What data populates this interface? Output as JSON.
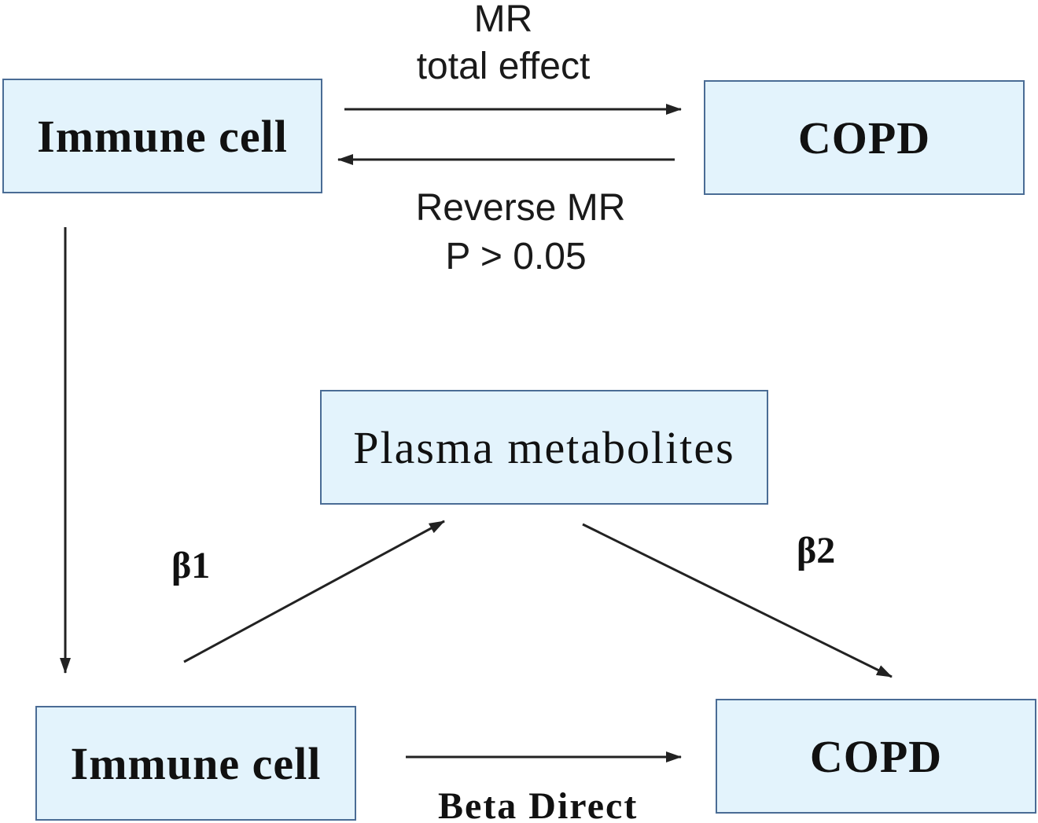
{
  "nodes": {
    "immune_cell_top": "Immune cell",
    "copd_top": "COPD",
    "plasma_metabolites": "Plasma metabolites",
    "immune_cell_bottom": "Immune cell",
    "copd_bottom": "COPD"
  },
  "labels": {
    "mr": "MR",
    "total_effect": "total effect",
    "reverse_mr": "Reverse MR",
    "p_value": "P > 0.05",
    "beta1": "β1",
    "beta2": "β2",
    "beta_direct": "Beta Direct"
  },
  "colors": {
    "box_fill": "#e3f3fc",
    "box_border": "#4a6c95",
    "arrow": "#222222"
  }
}
